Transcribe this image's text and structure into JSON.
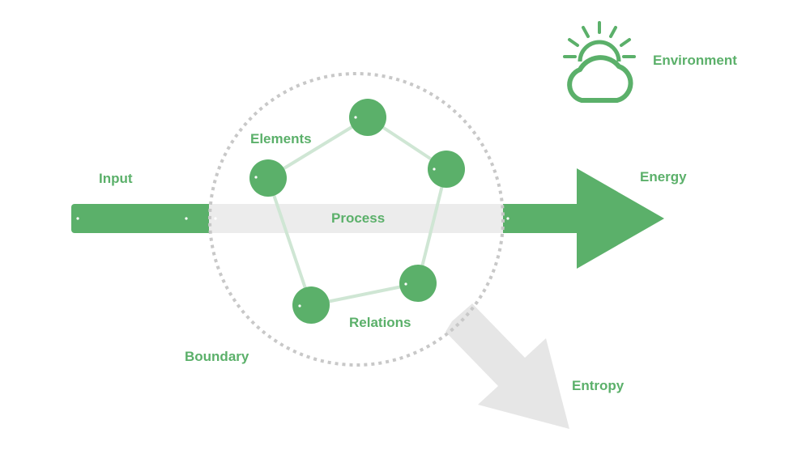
{
  "colors": {
    "accent": "#5bb06a",
    "edge": "#cfe6d4",
    "boundary": "#c8c8c8",
    "process_band": "#ececec",
    "entropy_arrow": "#e6e6e6",
    "background": "#ffffff"
  },
  "icons": {
    "environment": "sun-cloud-icon"
  },
  "labels": {
    "input": "Input",
    "energy": "Energy",
    "environment": "Environment",
    "elements": "Elements",
    "process": "Process",
    "relations": "Relations",
    "boundary": "Boundary",
    "entropy": "Entropy"
  },
  "graph": {
    "node_count": 5,
    "edges": [
      [
        0,
        1
      ],
      [
        1,
        2
      ],
      [
        2,
        3
      ],
      [
        3,
        4
      ],
      [
        4,
        0
      ]
    ]
  }
}
